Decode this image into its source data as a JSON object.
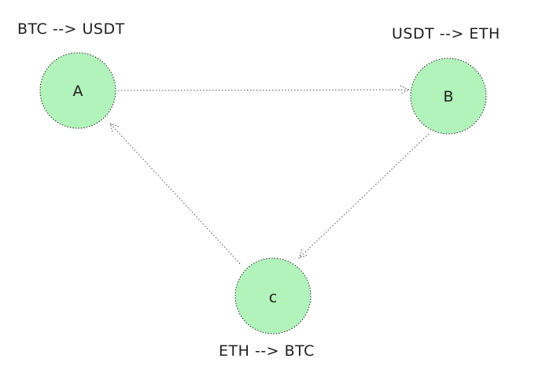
{
  "diagram": {
    "node_fill": "#b2f2bb",
    "nodes": [
      {
        "id": "A",
        "label": "A",
        "caption": "BTC --> USDT"
      },
      {
        "id": "B",
        "label": "B",
        "caption": "USDT --> ETH"
      },
      {
        "id": "C",
        "label": "c",
        "caption": "ETH --> BTC"
      }
    ],
    "edges": [
      {
        "from": "A",
        "to": "B"
      },
      {
        "from": "B",
        "to": "C"
      },
      {
        "from": "C",
        "to": "A"
      }
    ]
  }
}
